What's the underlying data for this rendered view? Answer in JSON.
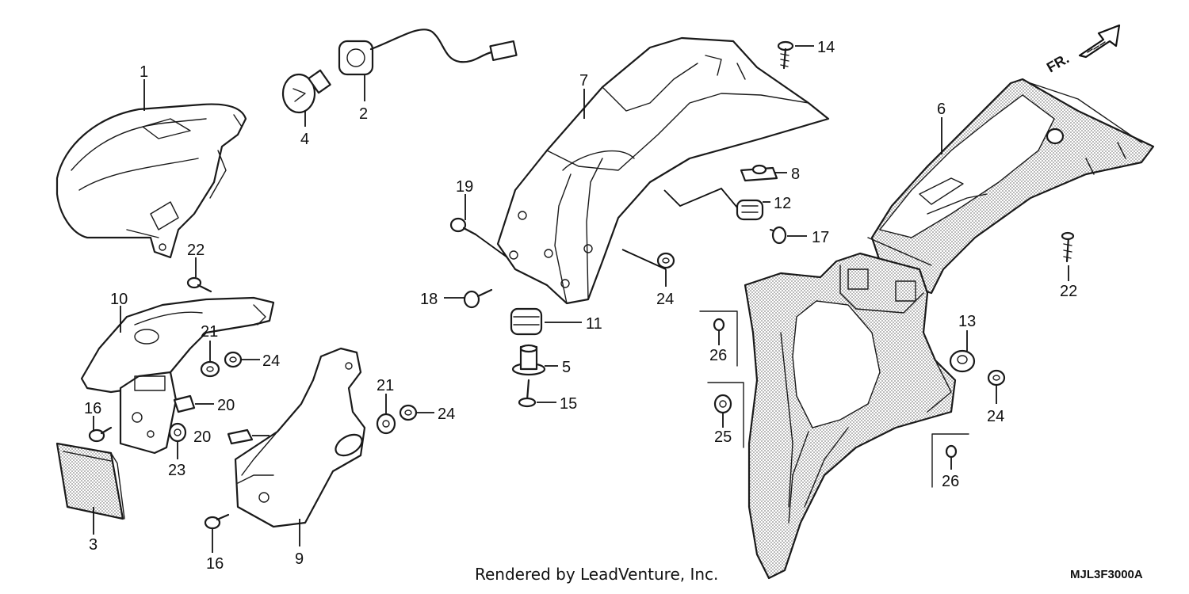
{
  "callouts": [
    {
      "id": "c1",
      "label": "1"
    },
    {
      "id": "c2",
      "label": "2"
    },
    {
      "id": "c3",
      "label": "3"
    },
    {
      "id": "c4",
      "label": "4"
    },
    {
      "id": "c5",
      "label": "5"
    },
    {
      "id": "c6",
      "label": "6"
    },
    {
      "id": "c7",
      "label": "7"
    },
    {
      "id": "c8",
      "label": "8"
    },
    {
      "id": "c9",
      "label": "9"
    },
    {
      "id": "c10",
      "label": "10"
    },
    {
      "id": "c11",
      "label": "11"
    },
    {
      "id": "c12",
      "label": "12"
    },
    {
      "id": "c13",
      "label": "13"
    },
    {
      "id": "c14",
      "label": "14"
    },
    {
      "id": "c15",
      "label": "15"
    },
    {
      "id": "c16a",
      "label": "16"
    },
    {
      "id": "c16b",
      "label": "16"
    },
    {
      "id": "c17",
      "label": "17"
    },
    {
      "id": "c18",
      "label": "18"
    },
    {
      "id": "c19",
      "label": "19"
    },
    {
      "id": "c20a",
      "label": "20"
    },
    {
      "id": "c20b",
      "label": "20"
    },
    {
      "id": "c21a",
      "label": "21"
    },
    {
      "id": "c21b",
      "label": "21"
    },
    {
      "id": "c22a",
      "label": "22"
    },
    {
      "id": "c22b",
      "label": "22"
    },
    {
      "id": "c23",
      "label": "23"
    },
    {
      "id": "c24a",
      "label": "24"
    },
    {
      "id": "c24b",
      "label": "24"
    },
    {
      "id": "c24c",
      "label": "24"
    },
    {
      "id": "c24d",
      "label": "24"
    },
    {
      "id": "c25",
      "label": "25"
    },
    {
      "id": "c26a",
      "label": "26"
    },
    {
      "id": "c26b",
      "label": "26"
    }
  ],
  "direction_label": "FR.",
  "footer_text": "Rendered by LeadVenture, Inc.",
  "diagram_code": "MJL3F3000A",
  "colors": {
    "ink": "#1a1a1a",
    "shade": "#bdbdbd",
    "background": "#ffffff"
  }
}
